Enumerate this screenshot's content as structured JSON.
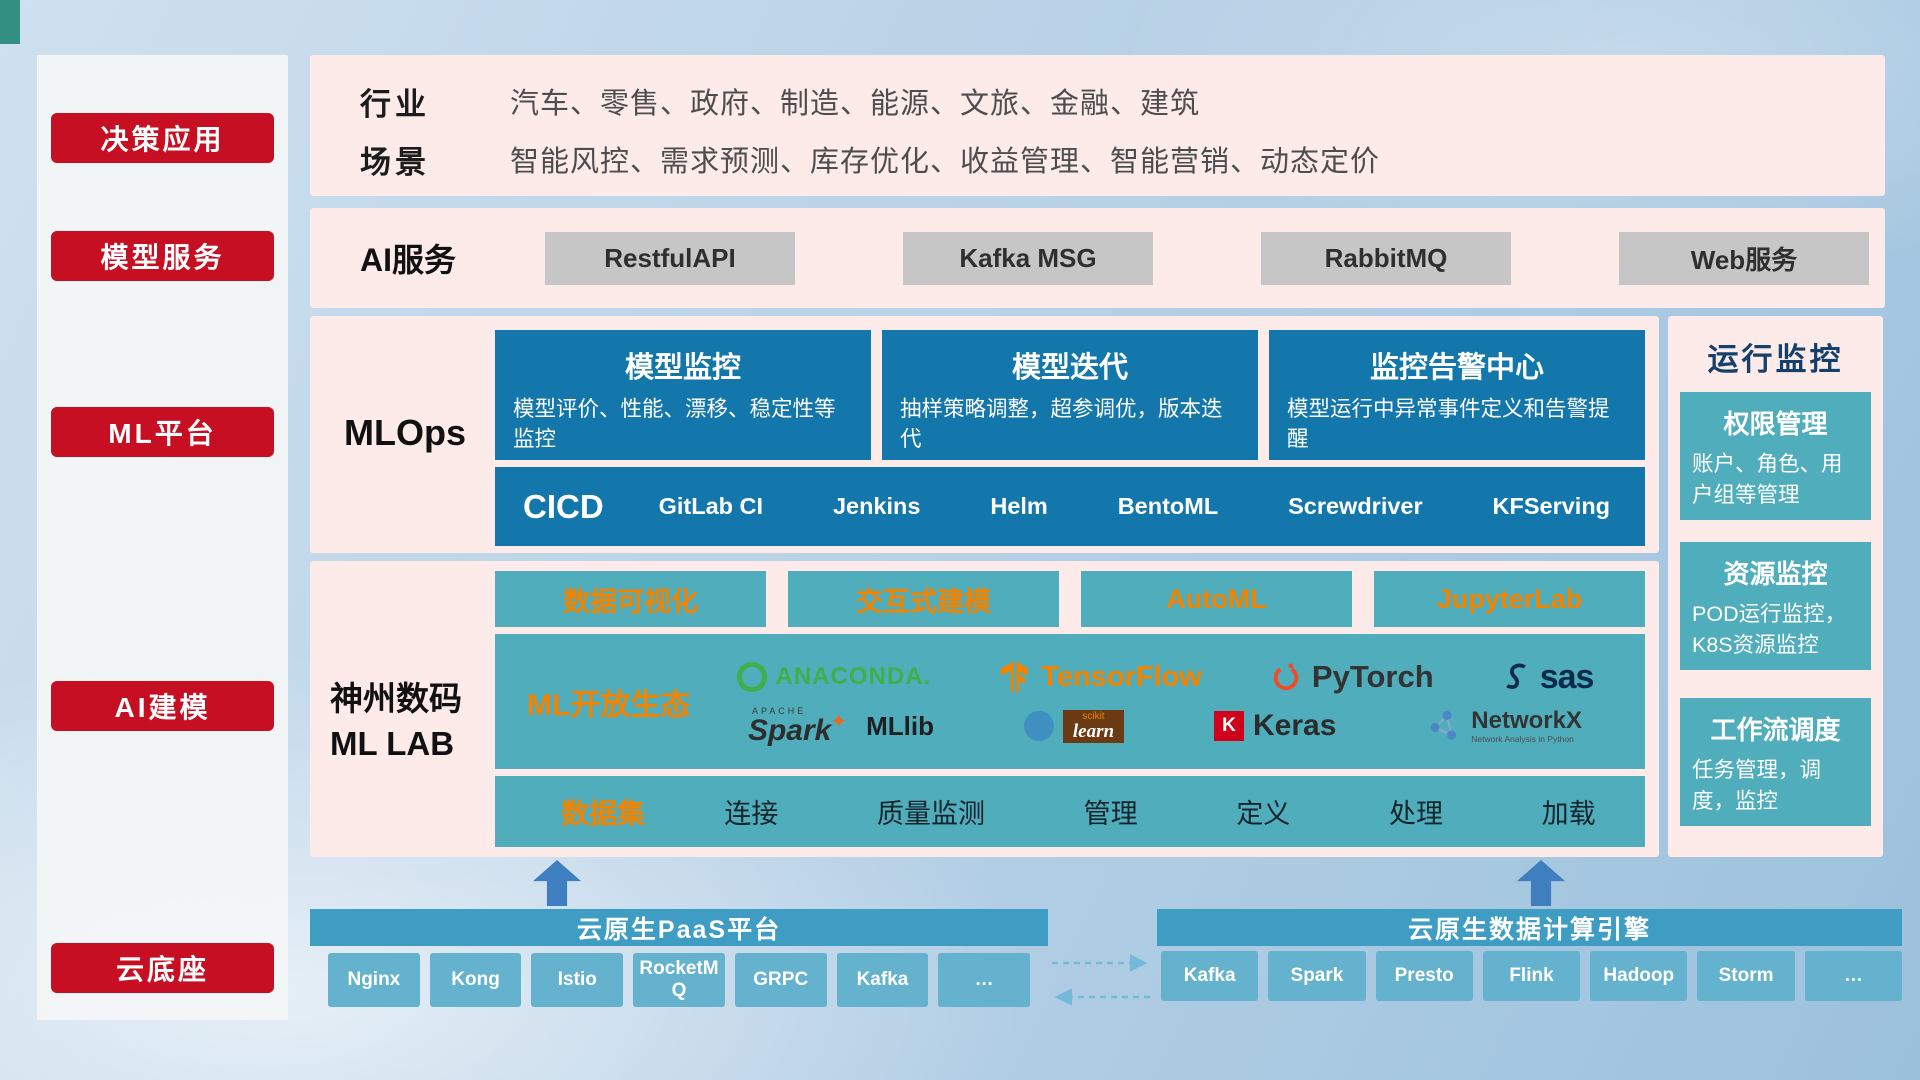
{
  "sidebar": {
    "items": [
      {
        "label": "决策应用"
      },
      {
        "label": "模型服务"
      },
      {
        "label": "ML平台"
      },
      {
        "label": "AI建模"
      },
      {
        "label": "云底座"
      }
    ]
  },
  "industry": {
    "row1_label": "行业",
    "row1_text": "汽车、零售、政府、制造、能源、文旅、金融、建筑",
    "row2_label": "场景",
    "row2_text": "智能风控、需求预测、库存优化、收益管理、智能营销、动态定价"
  },
  "ai_service": {
    "label": "AI服务",
    "buttons": [
      "RestfulAPI",
      "Kafka MSG",
      "RabbitMQ",
      "Web服务"
    ]
  },
  "mlops": {
    "label": "MLOps",
    "cards": [
      {
        "title": "模型监控",
        "desc": "模型评价、性能、漂移、稳定性等监控"
      },
      {
        "title": "模型迭代",
        "desc": "抽样策略调整，超参调优，版本迭代"
      },
      {
        "title": "监控告警中心",
        "desc": "模型运行中异常事件定义和告警提醒"
      }
    ],
    "cicd": {
      "label": "CICD",
      "items": [
        "GitLab CI",
        "Jenkins",
        "Helm",
        "BentoML",
        "Screwdriver",
        "KFServing"
      ]
    }
  },
  "mllab": {
    "label_line1": "神州数码",
    "label_line2": "ML LAB",
    "tools": [
      "数据可视化",
      "交互式建模",
      "AutoML",
      "JupyterLab"
    ],
    "eco_label": "ML开放生态",
    "logos": {
      "anaconda": "ANACONDA.",
      "tensorflow": "TensorFlow",
      "pytorch": "PyTorch",
      "sas": "sas",
      "spark_small": "APACHE",
      "spark": "Spark",
      "mllib": "MLlib",
      "scikit_small": "scikit",
      "scikit": "learn",
      "keras_k": "K",
      "keras": "Keras",
      "networkx": "NetworkX",
      "networkx_sub": "Network Analysis in Python"
    },
    "data_bar": {
      "label": "数据集",
      "items": [
        "连接",
        "质量监测",
        "管理",
        "定义",
        "处理",
        "加载"
      ]
    }
  },
  "monitor": {
    "title": "运行监控",
    "cards": [
      {
        "title": "权限管理",
        "desc": "账户、角色、用户组等管理"
      },
      {
        "title": "资源监控",
        "desc": "POD运行监控，K8S资源监控"
      },
      {
        "title": "工作流调度",
        "desc": "任务管理，调度，监控"
      }
    ]
  },
  "bottom": {
    "paas": {
      "title": "云原生PaaS平台",
      "items": [
        "Nginx",
        "Kong",
        "Istio",
        "RocketMQ",
        "GRPC",
        "Kafka",
        "…"
      ]
    },
    "engine": {
      "title": "云原生数据计算引擎",
      "items": [
        "Kafka",
        "Spark",
        "Presto",
        "Flink",
        "Hadoop",
        "Storm",
        "…"
      ]
    }
  },
  "colors": {
    "red": "#c60f22",
    "pink": "#fcebe8",
    "deep_blue": "#1377ac",
    "teal": "#4fadbc",
    "orange": "#f08300",
    "bar_blue": "#3f9dc3",
    "chip_blue": "#64b2cd",
    "arrow_blue": "#3f7fc0"
  }
}
